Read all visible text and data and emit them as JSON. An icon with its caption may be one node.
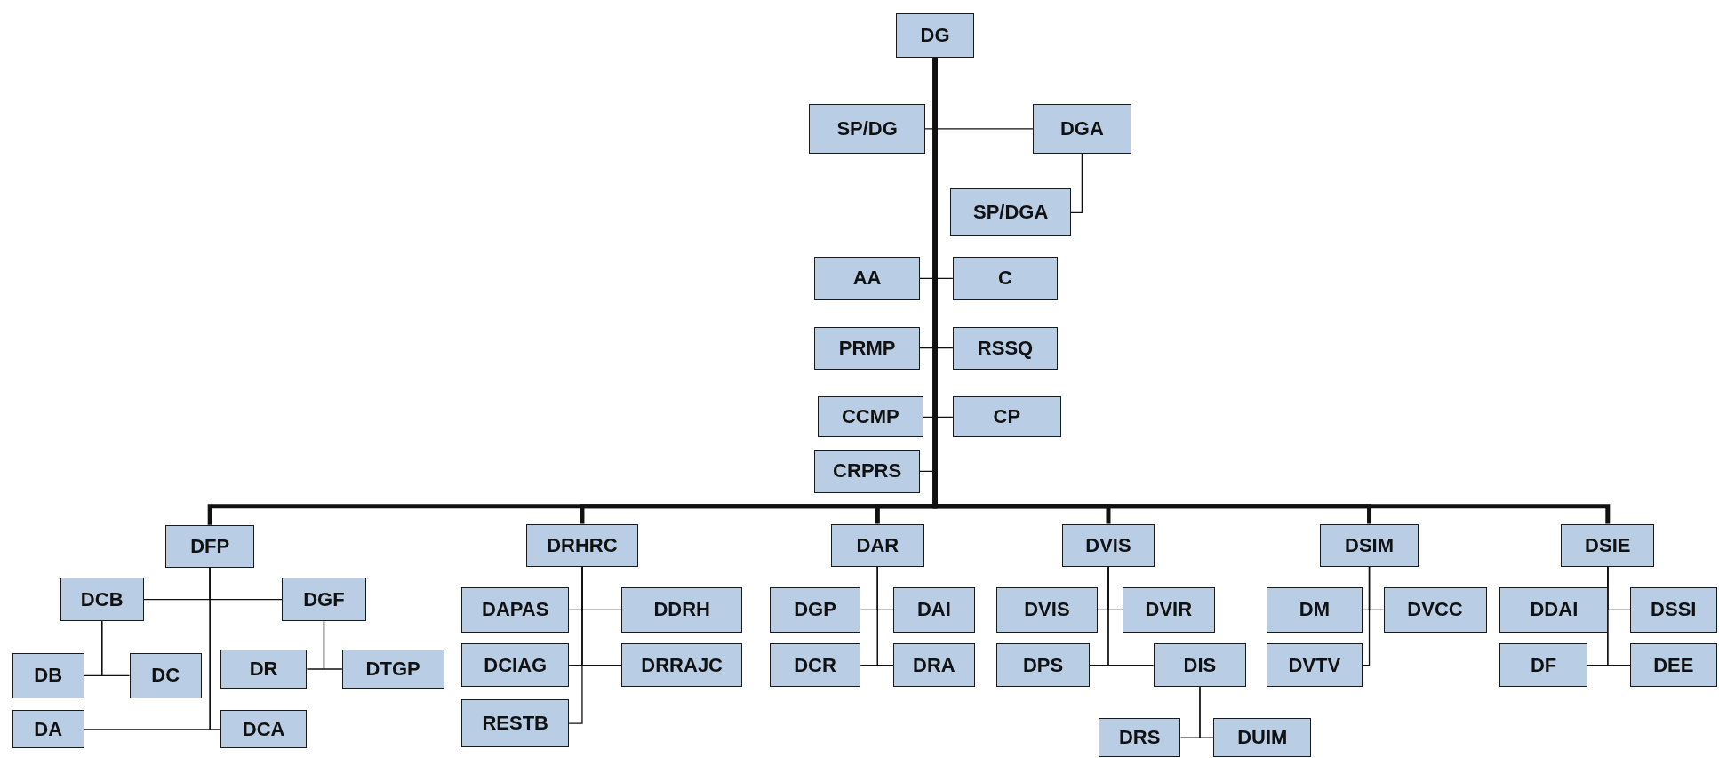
{
  "diagram": {
    "nodes": [
      {
        "text": [
          "DG"
        ]
      },
      {
        "text": [
          "SP/DG"
        ]
      },
      {
        "text": [
          "DGA"
        ]
      },
      {
        "text": [
          "SP/DGA"
        ]
      },
      {
        "text": [
          "AA"
        ]
      },
      {
        "text": [
          "C"
        ]
      },
      {
        "text": [
          "PRMP"
        ]
      },
      {
        "text": [
          "RSSQ"
        ]
      },
      {
        "text": [
          "CCMP"
        ]
      },
      {
        "text": [
          "CP"
        ]
      },
      {
        "text": [
          "CRPRS"
        ]
      },
      {
        "text": [
          "DFP"
        ]
      },
      {
        "text": [
          "DCB"
        ]
      },
      {
        "text": [
          "DGF"
        ]
      },
      {
        "text": [
          "DB"
        ]
      },
      {
        "text": [
          "DC"
        ]
      },
      {
        "text": [
          "DR"
        ]
      },
      {
        "text": [
          "DTGP"
        ]
      },
      {
        "text": [
          "DA"
        ]
      },
      {
        "text": [
          "DCA"
        ]
      },
      {
        "text": [
          "DRHRC"
        ]
      },
      {
        "text": [
          "DAPAS"
        ]
      },
      {
        "text": [
          "DDRH"
        ]
      },
      {
        "text": [
          "DCIAG"
        ]
      },
      {
        "text": [
          "DRRAJC"
        ]
      },
      {
        "text": [
          "RESTB"
        ]
      },
      {
        "text": [
          "DAR"
        ]
      },
      {
        "text": [
          "DGP"
        ]
      },
      {
        "text": [
          "DAI"
        ]
      },
      {
        "text": [
          "DCR"
        ]
      },
      {
        "text": [
          "DRA"
        ]
      },
      {
        "text": [
          "DVIS"
        ]
      },
      {
        "text": [
          "DVIS"
        ]
      },
      {
        "text": [
          "DVIR"
        ]
      },
      {
        "text": [
          "DPS"
        ]
      },
      {
        "text": [
          "DIS"
        ]
      },
      {
        "text": [
          "DRS"
        ]
      },
      {
        "text": [
          "DUIM"
        ]
      },
      {
        "text": [
          "DSIM"
        ]
      },
      {
        "text": [
          "DM"
        ]
      },
      {
        "text": [
          "DVCC"
        ]
      },
      {
        "text": [
          "DVTV"
        ]
      },
      {
        "text": [
          "DSIE"
        ]
      },
      {
        "text": [
          "DDAI"
        ]
      },
      {
        "text": [
          "DSSI"
        ]
      },
      {
        "text": [
          "DF"
        ]
      },
      {
        "text": [
          "DEE"
        ]
      }
    ],
    "edges": [
      {
        "from": 0,
        "to": 1,
        "arrow": "none"
      },
      {
        "from": 0,
        "to": 2,
        "arrow": "none"
      },
      {
        "from": 2,
        "to": 3,
        "arrow": "none"
      },
      {
        "from": 0,
        "to": 4,
        "arrow": "none"
      },
      {
        "from": 0,
        "to": 5,
        "arrow": "none"
      },
      {
        "from": 0,
        "to": 6,
        "arrow": "none"
      },
      {
        "from": 0,
        "to": 7,
        "arrow": "none"
      },
      {
        "from": 0,
        "to": 8,
        "arrow": "none"
      },
      {
        "from": 0,
        "to": 9,
        "arrow": "none"
      },
      {
        "from": 0,
        "to": 10,
        "arrow": "none"
      },
      {
        "from": 0,
        "to": 11,
        "arrow": "none",
        "style": "thick"
      },
      {
        "from": 0,
        "to": 20,
        "arrow": "none",
        "style": "thick"
      },
      {
        "from": 0,
        "to": 26,
        "arrow": "none",
        "style": "thick"
      },
      {
        "from": 0,
        "to": 31,
        "arrow": "none",
        "style": "thick"
      },
      {
        "from": 0,
        "to": 38,
        "arrow": "none",
        "style": "thick"
      },
      {
        "from": 0,
        "to": 42,
        "arrow": "none",
        "style": "thick"
      },
      {
        "from": 11,
        "to": 12,
        "arrow": "none"
      },
      {
        "from": 11,
        "to": 13,
        "arrow": "none"
      },
      {
        "from": 12,
        "to": 14,
        "arrow": "none"
      },
      {
        "from": 12,
        "to": 15,
        "arrow": "none"
      },
      {
        "from": 13,
        "to": 16,
        "arrow": "none"
      },
      {
        "from": 13,
        "to": 17,
        "arrow": "none"
      },
      {
        "from": 11,
        "to": 18,
        "arrow": "none"
      },
      {
        "from": 11,
        "to": 19,
        "arrow": "none"
      },
      {
        "from": 20,
        "to": 21,
        "arrow": "none"
      },
      {
        "from": 20,
        "to": 22,
        "arrow": "none"
      },
      {
        "from": 20,
        "to": 23,
        "arrow": "none"
      },
      {
        "from": 20,
        "to": 24,
        "arrow": "none"
      },
      {
        "from": 20,
        "to": 25,
        "arrow": "none"
      },
      {
        "from": 26,
        "to": 27,
        "arrow": "none"
      },
      {
        "from": 26,
        "to": 28,
        "arrow": "none"
      },
      {
        "from": 26,
        "to": 29,
        "arrow": "none"
      },
      {
        "from": 26,
        "to": 30,
        "arrow": "none"
      },
      {
        "from": 31,
        "to": 32,
        "arrow": "none"
      },
      {
        "from": 31,
        "to": 33,
        "arrow": "none"
      },
      {
        "from": 31,
        "to": 34,
        "arrow": "none"
      },
      {
        "from": 31,
        "to": 35,
        "arrow": "none"
      },
      {
        "from": 35,
        "to": 36,
        "arrow": "none"
      },
      {
        "from": 35,
        "to": 37,
        "arrow": "none"
      },
      {
        "from": 38,
        "to": 39,
        "arrow": "none"
      },
      {
        "from": 38,
        "to": 40,
        "arrow": "none"
      },
      {
        "from": 38,
        "to": 41,
        "arrow": "none"
      },
      {
        "from": 42,
        "to": 43,
        "arrow": "none"
      },
      {
        "from": 42,
        "to": 44,
        "arrow": "none"
      },
      {
        "from": 42,
        "to": 45,
        "arrow": "none"
      },
      {
        "from": 42,
        "to": 46,
        "arrow": "none"
      }
    ]
  }
}
